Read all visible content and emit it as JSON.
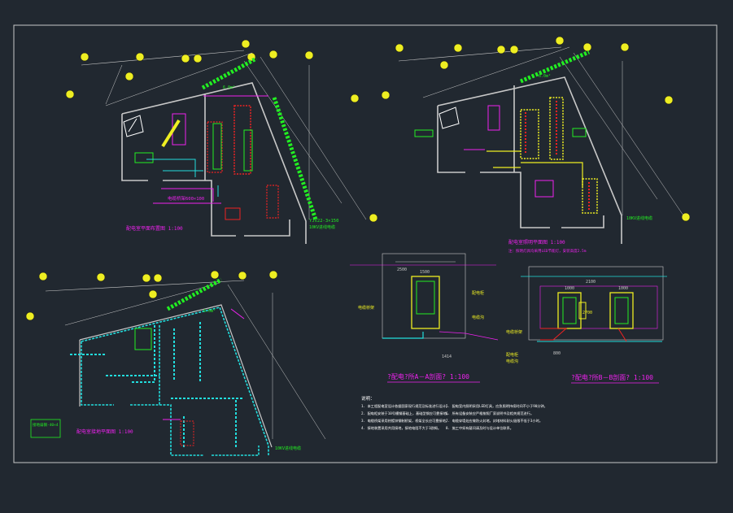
{
  "colors": {
    "background": "#212830",
    "frame": "#c8c8c8",
    "wall": "#c8c8c8",
    "green": "#22ee22",
    "red": "#ee2222",
    "magenta": "#ee22ee",
    "cyan": "#22dddd",
    "yellow": "#eeee22",
    "white": "#ffffff"
  },
  "plans": {
    "top_left": {
      "title": "配电室平面布置图 1:100",
      "cable_note": "YJV22-3×150",
      "tray_note": "电缆桥架600×100",
      "outgoing_note": "10KV进线电缆",
      "area_note": "6.0m²"
    },
    "top_right": {
      "title": "配电室照明平面图 1:100",
      "subtitle": "注：照明灯具均采用LED节能灯，安装高度2.5m",
      "outgoing_note": "10KV进线电缆",
      "area_note": "6.0m²"
    },
    "bottom_left": {
      "title": "配电室接地平面图 1:100",
      "outgoing_note": "10KV进线电缆",
      "area_note": "6.0m²",
      "legend_note": "接地扁钢-40×4"
    }
  },
  "sections": {
    "aa": {
      "title": "?配电?所A－A剖面? 1:100",
      "dims": [
        "1500",
        "2500",
        "1414"
      ],
      "labels": [
        "电缆桥架",
        "配电柜",
        "电缆沟"
      ]
    },
    "bb": {
      "title": "?配电?所B－B剖面? 1:100",
      "dims": [
        "1000",
        "2700",
        "1000",
        "2100",
        "800"
      ],
      "labels": [
        "电缆桥架",
        "配电柜",
        "电缆沟"
      ]
    }
  },
  "notes": {
    "heading": "说明：",
    "lines": [
      "1. 本工程配电室设计依据国家现行规范及标准进行设计。",
      "2. 配电柜安装于10号槽钢基础上，基础型钢应可靠接地。",
      "3. 电缆桥架采用热镀锌钢制桥架，桥架全长应可靠接地。",
      "4. 接地装置采用共用接地，接地电阻不大于1欧姆。",
      "5. 配电室内照明采用LED灯具，应急照明持续时间不小于90分钟。",
      "6. 所有设备安装应严格按照厂家说明书及相关规范进行。",
      "7. 电缆穿墙处应做防火封堵，封堵材料耐火极限不低于3小时。",
      "8. 施工中如有疑问请及时与设计单位联系。"
    ]
  }
}
